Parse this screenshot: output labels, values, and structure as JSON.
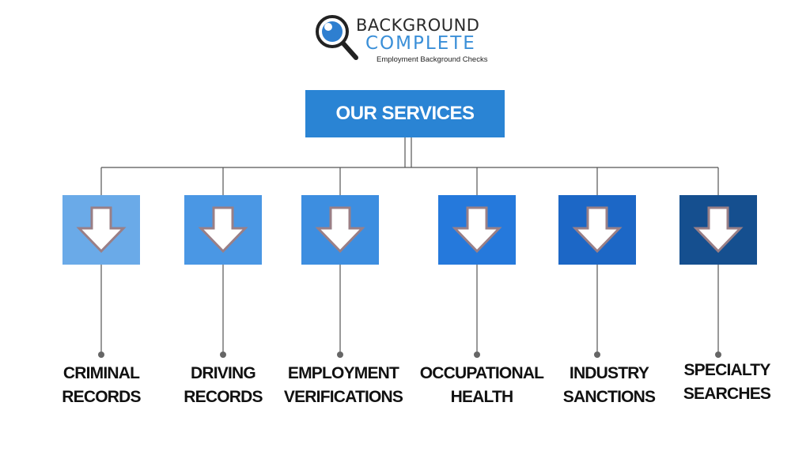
{
  "logo": {
    "line1": "BACKGROUND",
    "line2": "COMPLETE",
    "tagline": "Employment Background Checks",
    "icon": "magnifier-icon"
  },
  "title": "OUR SERVICES",
  "colors": {
    "title_bg": "#2a84d4",
    "connector": "#555555",
    "arrow_fill": "#ffffff",
    "arrow_stroke": "#9a7f86",
    "box_colors": [
      "#6aaae8",
      "#4a97e4",
      "#3d8ee0",
      "#2579dc",
      "#1c67c6",
      "#154f8f"
    ]
  },
  "services": [
    {
      "line1": "CRIMINAL",
      "line2": "RECORDS",
      "icon": "down-arrow-icon"
    },
    {
      "line1": "DRIVING",
      "line2": "RECORDS",
      "icon": "down-arrow-icon"
    },
    {
      "line1": "EMPLOYMENT",
      "line2": "VERIFICATIONS",
      "icon": "down-arrow-icon"
    },
    {
      "line1": "OCCUPATIONAL",
      "line2": "HEALTH",
      "icon": "down-arrow-icon"
    },
    {
      "line1": "INDUSTRY",
      "line2": "SANCTIONS",
      "icon": "down-arrow-icon"
    },
    {
      "line1": "SPECIALTY",
      "line2": "SEARCHES",
      "icon": "down-arrow-icon"
    }
  ]
}
